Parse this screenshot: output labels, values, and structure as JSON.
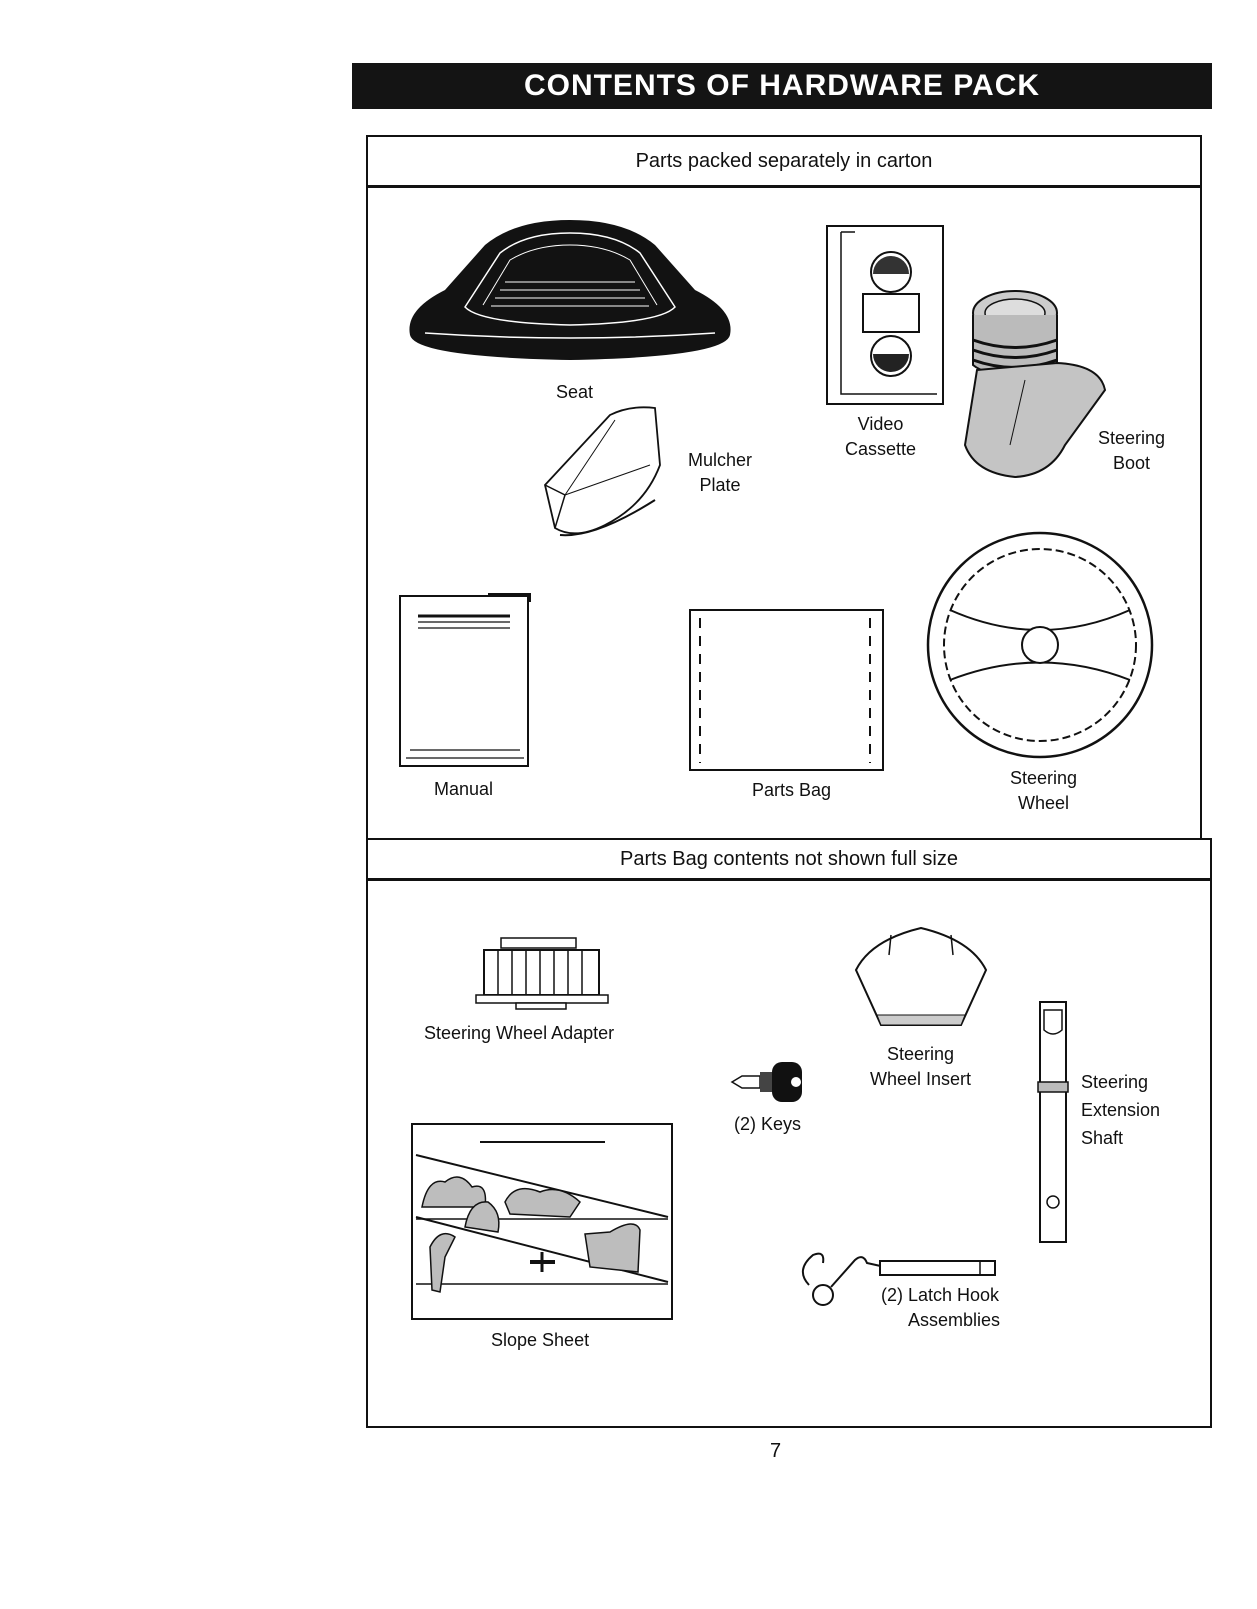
{
  "title": "CONTENTS OF HARDWARE PACK",
  "section_carton": {
    "heading": "Parts packed separately in carton",
    "items": {
      "seat": "Seat",
      "mulcher_plate": [
        "Mulcher",
        "Plate"
      ],
      "video_cassette": [
        "Video",
        "Cassette"
      ],
      "steering_boot": [
        "Steering",
        "Boot"
      ],
      "manual": "Manual",
      "parts_bag": "Parts Bag",
      "steering_wheel": [
        "Steering",
        "Wheel"
      ]
    }
  },
  "section_parts_bag": {
    "heading": "Parts Bag contents not shown full size",
    "items": {
      "steering_wheel_adapter": "Steering Wheel Adapter",
      "keys": "(2) Keys",
      "steering_wheel_insert": [
        "Steering",
        "Wheel Insert"
      ],
      "steering_extension_shaft": [
        "Steering",
        "Extension",
        "Shaft"
      ],
      "slope_sheet": "Slope Sheet",
      "latch_hook_assemblies": [
        "(2) Latch Hook",
        "Assemblies"
      ]
    }
  },
  "page_number": "7",
  "colors": {
    "banner_bg": "#141414",
    "banner_text": "#ffffff",
    "line": "#111111"
  },
  "icons": [
    "seat-icon",
    "mulcher-plate-icon",
    "video-cassette-icon",
    "steering-boot-icon",
    "manual-icon",
    "parts-bag-icon",
    "steering-wheel-icon",
    "steering-wheel-adapter-icon",
    "keys-icon",
    "steering-wheel-insert-icon",
    "steering-extension-shaft-icon",
    "slope-sheet-icon",
    "latch-hook-icon"
  ]
}
